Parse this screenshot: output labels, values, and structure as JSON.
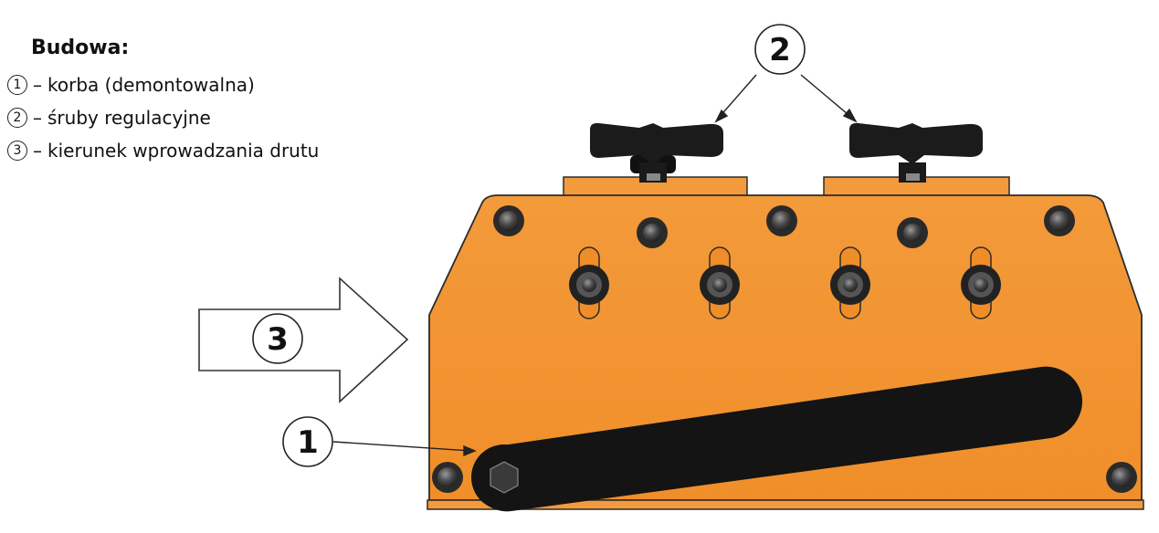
{
  "legend": {
    "title": "Budowa:",
    "separator": "–",
    "items": [
      {
        "number": "1",
        "text": "korba (demontowalna)"
      },
      {
        "number": "2",
        "text": "śruby regulacyjne"
      },
      {
        "number": "3",
        "text": "kierunek wprowadzania drutu"
      }
    ]
  },
  "callouts": {
    "crank": "1",
    "adjusting_screws": "2",
    "feed_direction": "3"
  },
  "colors": {
    "body": "#f5952f",
    "body_dark": "#d97a1c",
    "crank": "#1a1a1a",
    "outline": "#2b2b2b"
  }
}
